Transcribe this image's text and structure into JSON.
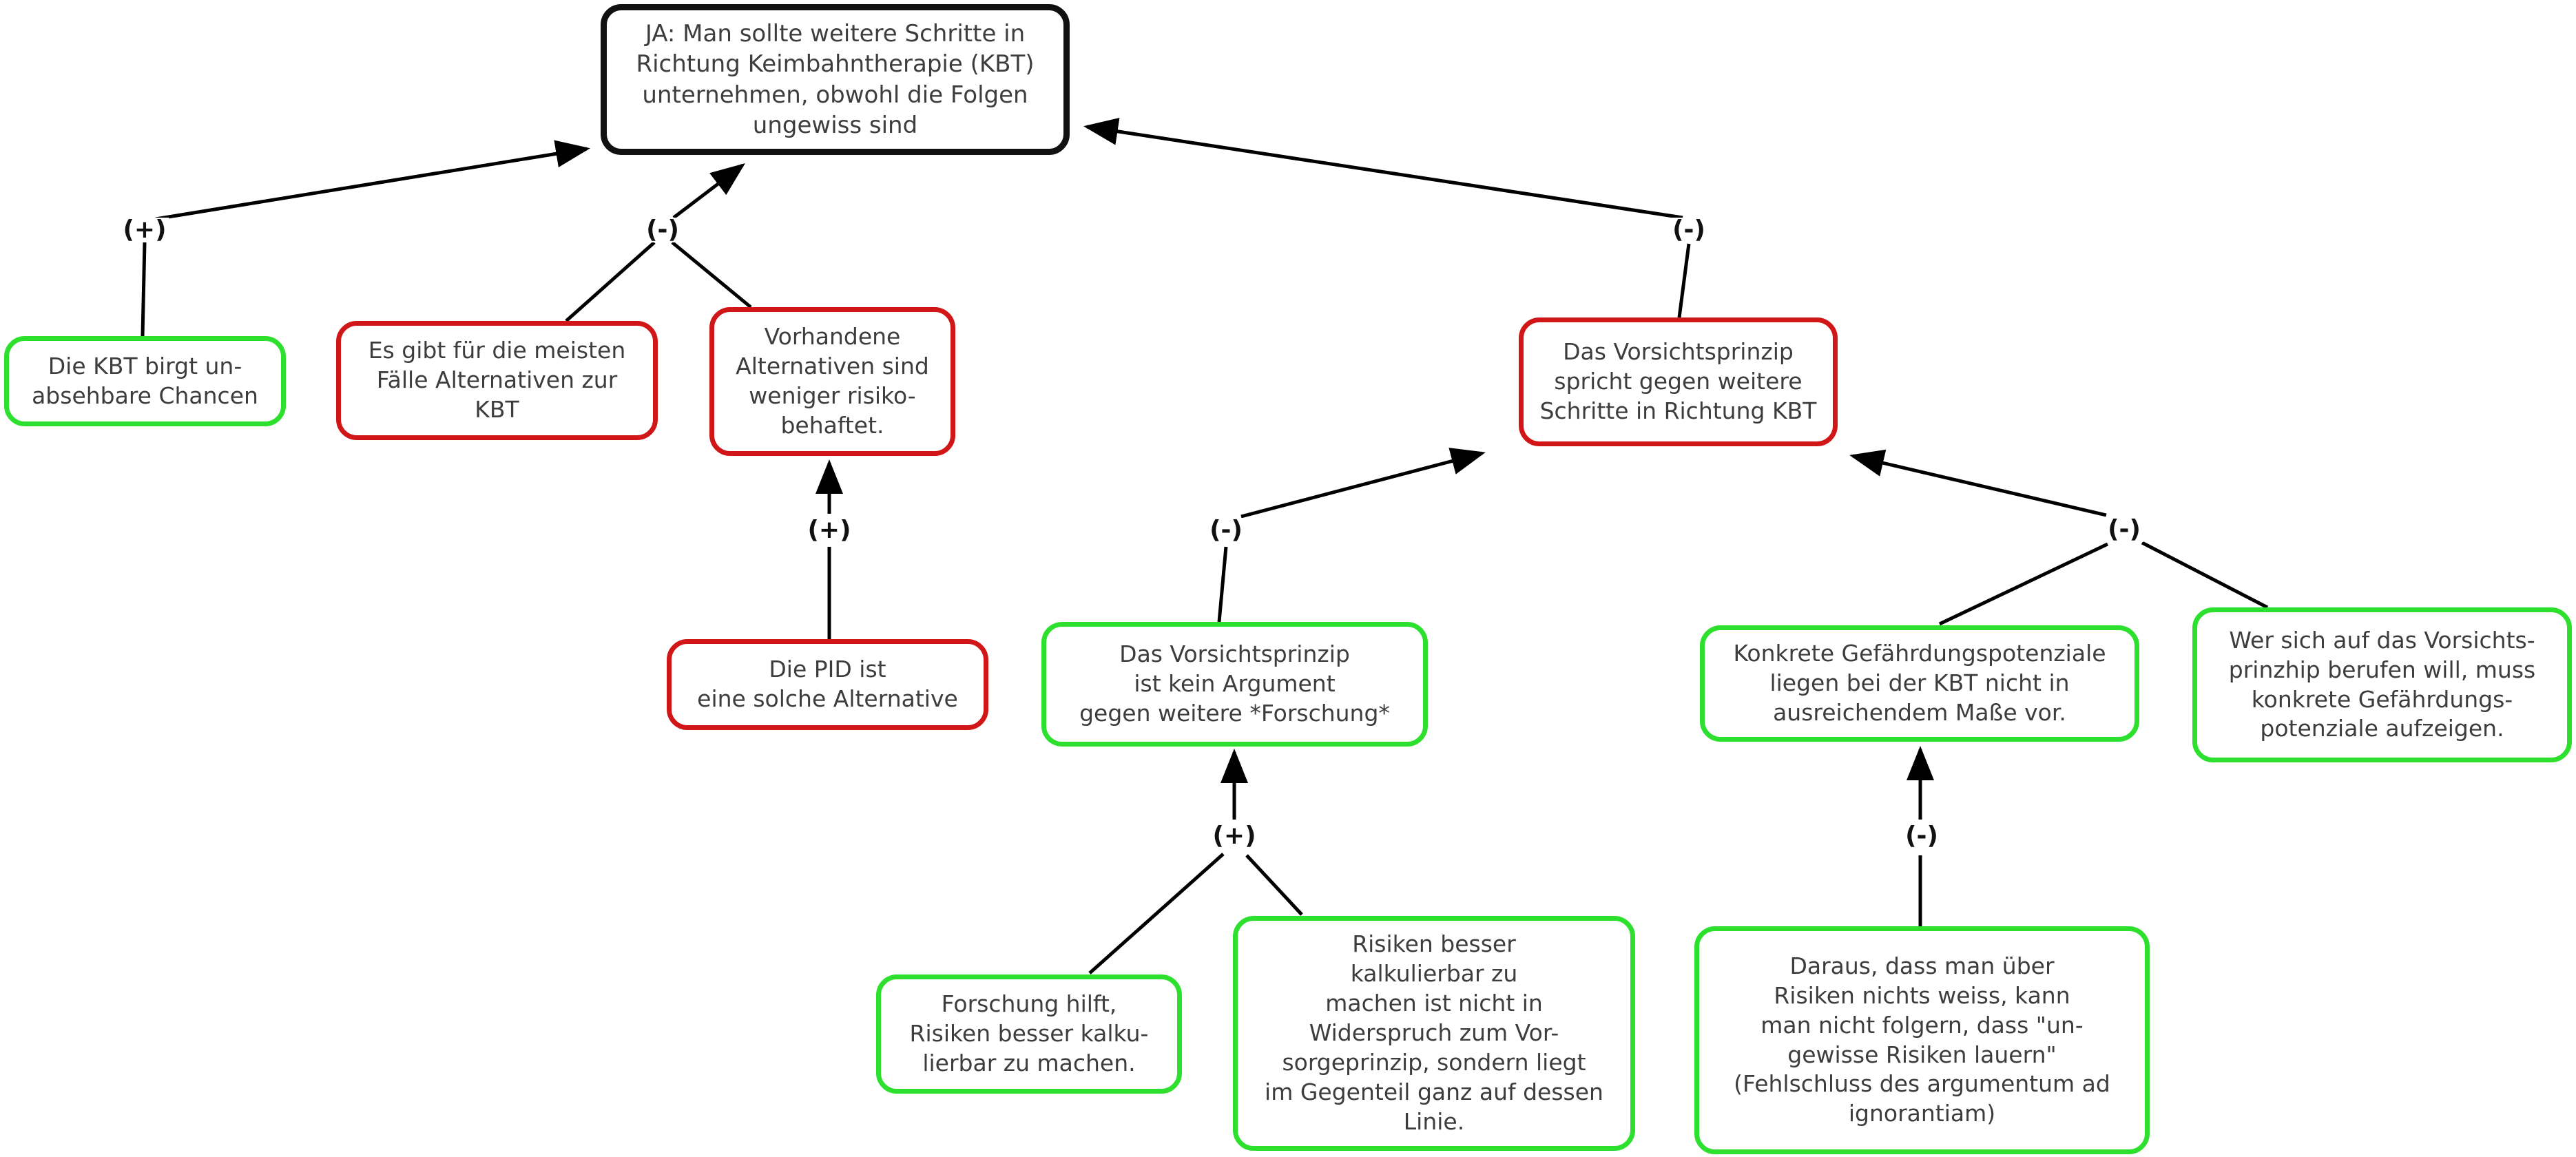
{
  "diagram": {
    "nodes": {
      "thesis": {
        "text": "JA: Man sollte weitere Schritte in\nRichtung Keimbahntherapie (KBT)\nunternehmen, obwohl die Folgen\nungewiss sind",
        "border": "black"
      },
      "kbt_chancen": {
        "text": "Die KBT birgt un-\nabsehbare Chancen",
        "border": "green"
      },
      "alternativen": {
        "text": "Es gibt für die meisten\nFälle Alternativen zur\nKBT",
        "border": "red"
      },
      "vorhandene": {
        "text": "Vorhandene\nAlternativen sind\nweniger risiko-\nbehaftet.",
        "border": "red"
      },
      "pid": {
        "text": "Die PID ist\neine solche Alternative",
        "border": "red"
      },
      "kein_argument": {
        "text": "Das Vorsichtsprinzip\nist kein Argument\ngegen weitere *Forschung*",
        "border": "green"
      },
      "spricht_gegen": {
        "text": "Das Vorsichtsprinzip\nspricht gegen weitere\nSchritte in Richtung KBT",
        "border": "red"
      },
      "konkrete": {
        "text": "Konkrete Gefährdungspotenziale\nliegen bei der KBT nicht in\nausreichendem Maße vor.",
        "border": "green"
      },
      "wer_sich": {
        "text": "Wer sich auf das Vorsichts-\nprinzhip berufen will, muss\nkonkrete Gefährdungs-\npotenziale aufzeigen.",
        "border": "green"
      },
      "forschung_hilft": {
        "text": "Forschung hilft,\nRisiken besser kalku-\nlierbar zu machen.",
        "border": "green"
      },
      "risiken_besser": {
        "text": "Risiken besser\nkalkulierbar zu\nmachen ist nicht in\nWiderspruch zum Vor-\nsorgeprinzip, sondern liegt\nim Gegenteil ganz auf dessen\nLinie.",
        "border": "green"
      },
      "daraus": {
        "text": "Daraus, dass man über\nRisiken nichts weiss, kann\nman nicht folgern, dass \"un-\ngewisse Risiken lauern\"\n(Fehlschluss des argumentum ad\nignorantiam)",
        "border": "green"
      }
    },
    "edge_labels": [
      "(+)",
      "(-)",
      "(-)",
      "(+)",
      "(-)",
      "(-)",
      "(+)",
      "(-)"
    ],
    "colors": {
      "support_border": "#2ee02e",
      "attack_border": "#d01616",
      "thesis_border": "#111111",
      "node_text": "#3d3d3d",
      "edge_line": "#000000"
    }
  }
}
